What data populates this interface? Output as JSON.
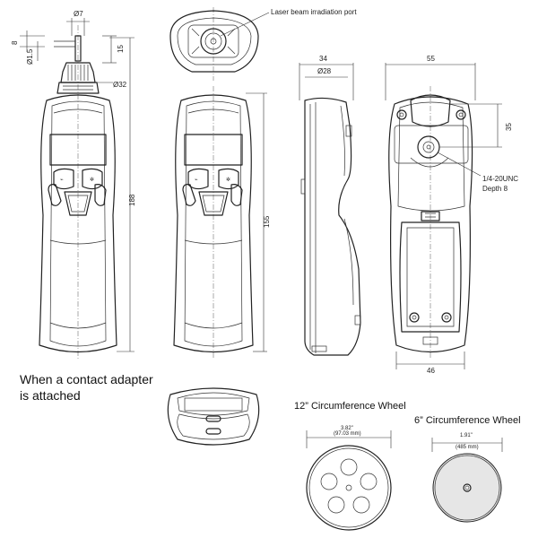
{
  "dimensions": {
    "d7": "Ø7",
    "d8": "8",
    "d15": "15",
    "d1_5": "Ø1.5",
    "d32": "Ø32",
    "d188": "188",
    "d155": "155",
    "d34": "34",
    "d28": "Ø28",
    "d55": "55",
    "d35": "35",
    "d46": "46"
  },
  "labels": {
    "laser_port": "Laser beam irradiation port",
    "thread": "1/4-20UNC",
    "thread_depth": "Depth 8",
    "contact_adapter_line1": "When a contact adapter",
    "contact_adapter_line2": "is attached"
  },
  "wheels": {
    "large": {
      "title": "12” Circumference Wheel",
      "dia_in": "3.82\"",
      "dia_mm": "(97.03 mm)"
    },
    "small": {
      "title": "6” Circumference Wheel",
      "dia_in": "1.91\"",
      "dia_mm": "(485 mm)"
    }
  },
  "icons": {
    "laser": "laser-icon",
    "light": "light-icon"
  }
}
